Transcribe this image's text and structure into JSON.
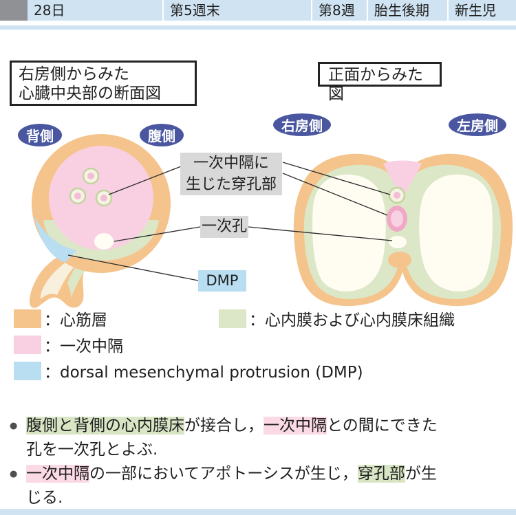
{
  "timeline": {
    "segments": [
      "28日",
      "第5週末",
      "第8週",
      "胎生後期",
      "新生児"
    ]
  },
  "titles": {
    "left_line1": "右房側からみた",
    "left_line2": "心臓中央部の断面図",
    "right": "正面からみた図"
  },
  "orientation": {
    "dorsal": "背側",
    "ventral": "腹側",
    "right_atrium_side": "右房側",
    "left_atrium_side": "左房側"
  },
  "annotations": {
    "perforation_line1": "一次中隔に",
    "perforation_line2": "生じた穿孔部",
    "ostium_primum": "一次孔",
    "dmp": "DMP"
  },
  "legend": {
    "items": [
      {
        "label": "：心筋層",
        "color": "#f5c48c"
      },
      {
        "label": "：心内膜および心内膜床組織",
        "color": "#dbe7c6"
      },
      {
        "label": "：一次中隔",
        "color": "#f8d0e2"
      },
      {
        "label": "：dorsal mesenchymal protrusion (DMP)",
        "color": "#b9ddf1"
      }
    ]
  },
  "notes": {
    "marker": "●",
    "bullets": [
      {
        "segments": [
          {
            "text": "腹側と背側の心内膜床",
            "highlight": "green"
          },
          {
            "text": "が接合し，",
            "highlight": null
          },
          {
            "text": "一次中隔",
            "highlight": "pink"
          },
          {
            "text": "との間にできた\n孔を一次孔とよぶ.",
            "highlight": null
          }
        ]
      },
      {
        "segments": [
          {
            "text": "一次中隔",
            "highlight": "pink"
          },
          {
            "text": "の一部においてアポトーシスが生じ，",
            "highlight": null
          },
          {
            "text": "穿孔部",
            "highlight": "green"
          },
          {
            "text": "が生\nじる.",
            "highlight": null
          }
        ]
      }
    ]
  },
  "colors": {
    "header_blue": "#cfe3f2",
    "oval_blue": "#4a57a0",
    "label_gray": "#d8d8d9",
    "myocardium": "#f5c48c",
    "septum_primum": "#f8d0e2",
    "endocardial_cushion": "#dbe7c6",
    "dmp_blue": "#b9ddf1"
  }
}
